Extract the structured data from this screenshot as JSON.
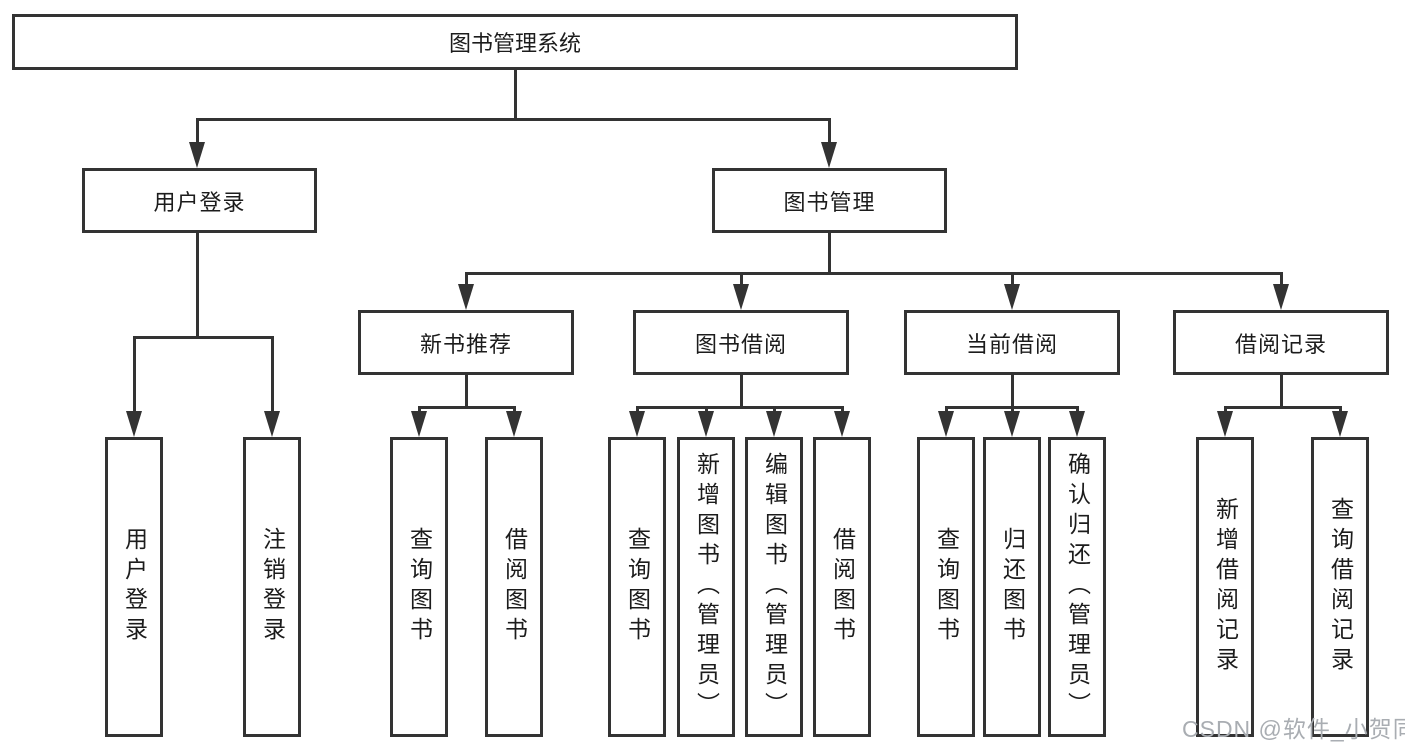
{
  "diagram": {
    "type": "hierarchy-tree",
    "colors": {
      "line": "#333333",
      "box_border": "#333333",
      "box_fill": "#ffffff",
      "text": "#1c1c1c",
      "watermark": "#a9adb2"
    },
    "watermark": "CSDN @软件_小贺同学"
  },
  "tree": {
    "root": "图书管理系统",
    "level1": [
      {
        "label": "用户登录",
        "leaves": [
          "用户登录",
          "注销登录"
        ]
      },
      {
        "label": "图书管理"
      }
    ],
    "level2": [
      {
        "label": "新书推荐",
        "leaves": [
          "查询图书",
          "借阅图书"
        ]
      },
      {
        "label": "图书借阅",
        "leaves": [
          "查询图书",
          "新增图书（管理员）",
          "编辑图书（管理员）",
          "借阅图书"
        ]
      },
      {
        "label": "当前借阅",
        "leaves": [
          "查询图书",
          "归还图书",
          "确认归还（管理员）"
        ]
      },
      {
        "label": "借阅记录",
        "leaves": [
          "新增借阅记录",
          "查询借阅记录"
        ]
      }
    ]
  }
}
